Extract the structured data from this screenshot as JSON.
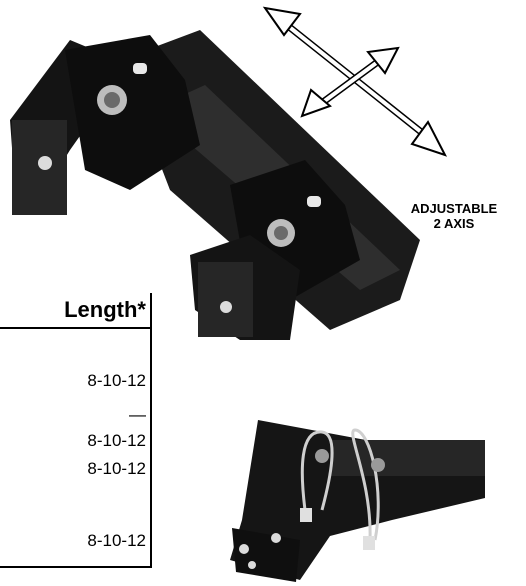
{
  "axis_label": {
    "line1": "ADJUSTABLE",
    "line2": "2 AXIS"
  },
  "table": {
    "header": "Length*",
    "rows": [
      "8-10-12",
      "—",
      "8-10-12",
      "8-10-12",
      "8-10-12"
    ]
  }
}
